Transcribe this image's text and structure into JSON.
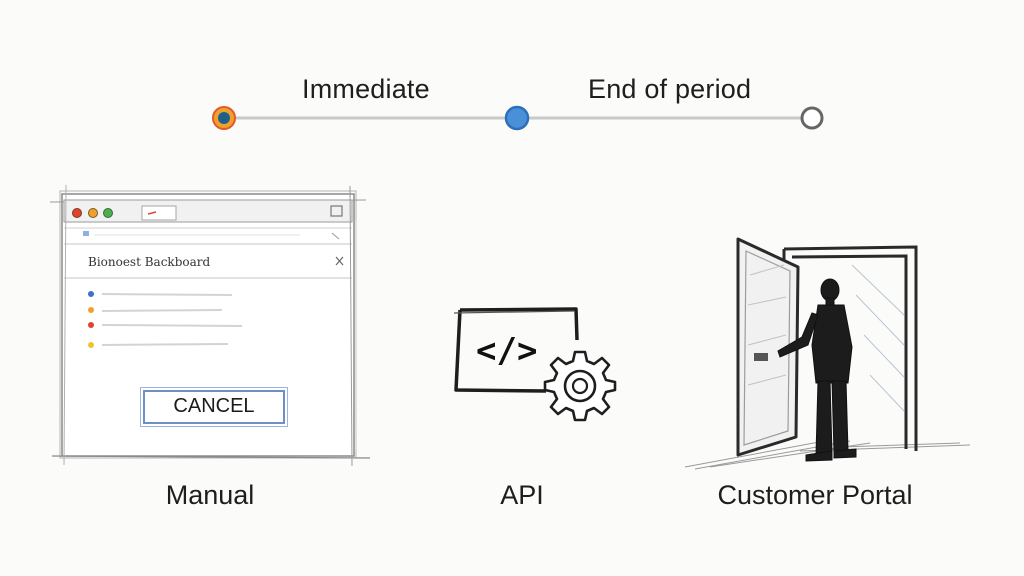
{
  "timeline": {
    "labels": [
      "Immediate",
      "End of period"
    ],
    "nodes": [
      {
        "name": "immediate-node",
        "fill": "#1f5f8b",
        "ring": "#f0a12b"
      },
      {
        "name": "mid-node",
        "fill": "#4a90d9",
        "ring": "#2e6fb8"
      },
      {
        "name": "end-node",
        "fill": "#ffffff",
        "ring": "#666666"
      }
    ]
  },
  "manual": {
    "window_title": "Bionoest Backboard",
    "cancel_label": "CANCEL",
    "caption": "Manual",
    "list_dots": [
      "#3a73c9",
      "#f0a12b",
      "#e0442b",
      "#f2c22b"
    ]
  },
  "api": {
    "code_glyph": "</>",
    "caption": "API"
  },
  "portal": {
    "caption": "Customer Portal"
  }
}
